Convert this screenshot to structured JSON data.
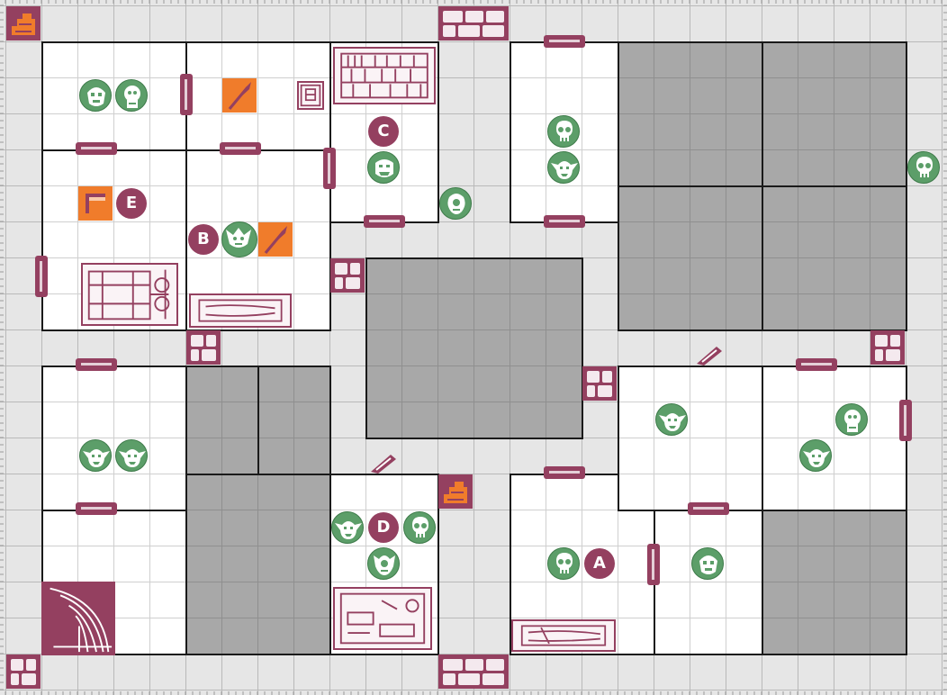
{
  "board": {
    "colors": {
      "floor": "#e6e6e6",
      "room": "#ffffff",
      "blocked": "#a8a8a8",
      "wall": "#1a1a1a",
      "accent": "#944060",
      "monster": "#5c9e69",
      "trap": "#f07c2b"
    }
  },
  "labels": {
    "a": "A",
    "b": "B",
    "c": "C",
    "d": "D",
    "e": "E"
  },
  "monsters": [
    {
      "name": "chaos-warrior-icon",
      "kind": "warrior"
    },
    {
      "name": "zombie-icon",
      "kind": "zombie"
    },
    {
      "name": "skeleton-icon",
      "kind": "skull"
    },
    {
      "name": "orc-icon",
      "kind": "orc"
    },
    {
      "name": "goblin-icon",
      "kind": "goblin"
    },
    {
      "name": "gargoyle-icon",
      "kind": "gargoyle"
    },
    {
      "name": "fimir-icon",
      "kind": "fimir"
    }
  ],
  "furniture": [
    "bookcase-icon",
    "torture-rack-icon",
    "table-icon",
    "alchemist-bench-icon",
    "fireplace-icon",
    "tomb-icon",
    "weapon-rack-icon",
    "treasure-chest-icon"
  ]
}
